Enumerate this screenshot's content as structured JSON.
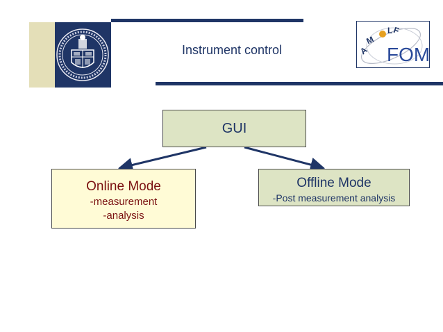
{
  "header": {
    "title": "Instrument control",
    "fom_logo_text": "FOM",
    "amolf_logo_text": "AMOLF"
  },
  "diagram": {
    "root": {
      "label": "GUI"
    },
    "online": {
      "title": "Online Mode",
      "lines": [
        "-measurement",
        "-analysis"
      ]
    },
    "offline": {
      "title": "Offline Mode",
      "lines": [
        "-Post measurement analysis"
      ]
    }
  },
  "colors": {
    "navy": "#1f3566",
    "box_green": "#dde4c4",
    "box_yellow": "#fffbd6",
    "dark_red": "#7a1010",
    "beige": "#e4dfb8"
  }
}
